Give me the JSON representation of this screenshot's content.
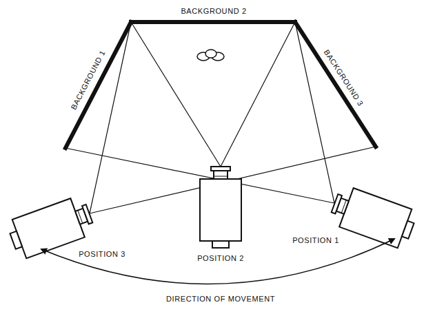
{
  "diagram": {
    "labels": [
      "BACKGROUND 2",
      "BACKGROUND 1",
      "BACKGROUND 3",
      "POSITION 3",
      "POSITION 2",
      "POSITION 1",
      "DIRECTION OF MOVEMENT"
    ]
  }
}
